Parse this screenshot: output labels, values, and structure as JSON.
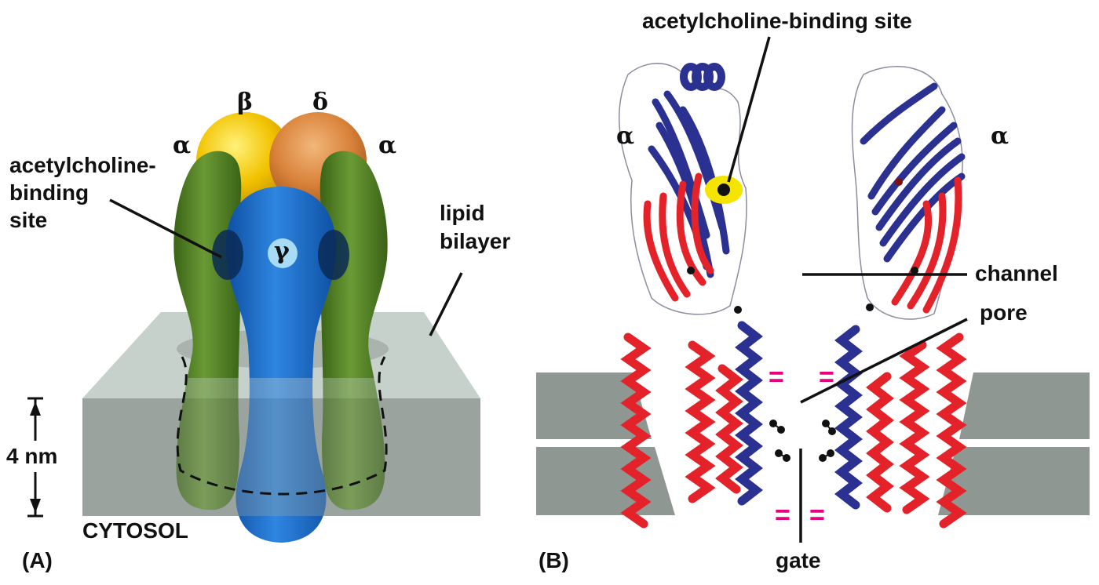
{
  "panel_a": {
    "panel_label": "(A)",
    "subunit_labels": {
      "alpha_left": "α",
      "beta": "β",
      "delta": "δ",
      "alpha_right": "α",
      "gamma": "γ"
    },
    "binding_site_label": [
      "acetylcholine-",
      "binding",
      "site"
    ],
    "lipid_label": [
      "lipid",
      "bilayer"
    ],
    "scale_label": "4 nm",
    "cytosol_label": "CYTOSOL",
    "colors": {
      "alpha": "#4f7f22",
      "beta": "#f2c200",
      "delta": "#d9823a",
      "gamma": "#1f6fcf",
      "membrane_top": "#c7d1cb",
      "membrane_side": "#9aa39f"
    }
  },
  "panel_b": {
    "panel_label": "(B)",
    "subunit_labels": {
      "alpha_left": "α",
      "alpha_right": "α"
    },
    "binding_site_label": "acetylcholine-binding site",
    "channel_label": "channel",
    "pore_label": "pore",
    "gate_label": "gate",
    "charge_marks": [
      "=",
      "=",
      "=",
      "="
    ],
    "colors": {
      "helix_red": "#e42229",
      "helix_blue": "#2b3190",
      "membrane": "#8e9791",
      "binding_highlight": "#f5e400"
    }
  }
}
